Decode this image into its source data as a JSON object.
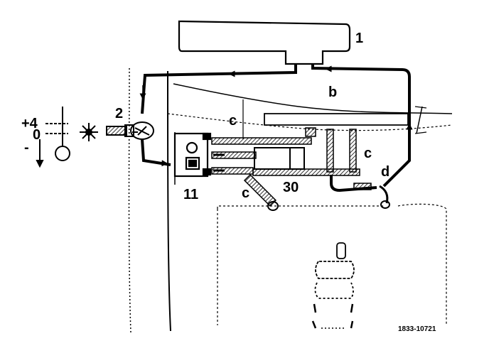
{
  "labels": {
    "one": "1",
    "two": "2",
    "b": "b",
    "c_upper": "c",
    "c_right": "c",
    "c_lower": "c",
    "d": "d",
    "eleven": "11",
    "thirty": "30",
    "plus4": "+4",
    "zero": "0",
    "minus": "-"
  },
  "figure_code": "1833-10721",
  "icons": {
    "thermometer": "thermometer-icon",
    "snowflake": "snowflake-icon"
  }
}
